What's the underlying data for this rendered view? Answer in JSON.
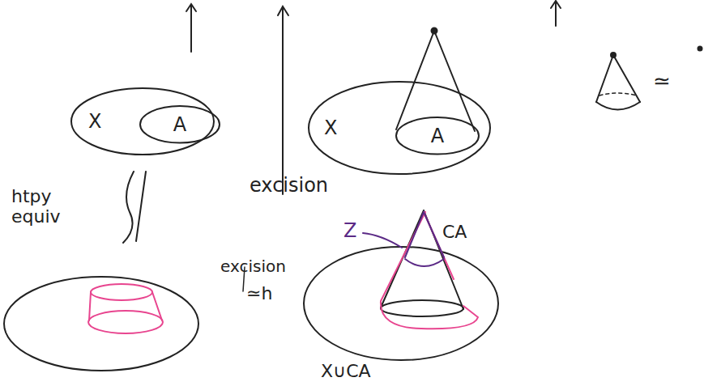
{
  "diagram": {
    "nodes": [
      {
        "text": [
          "X"
        ]
      },
      {
        "text": [
          "A"
        ],
        "in": 0
      },
      {
        "text": [
          "X"
        ]
      },
      {
        "text": [
          "A"
        ],
        "in": 2
      }
    ],
    "labels": [
      "htpy equiv",
      "excision",
      "excision",
      "≃h",
      "Z",
      "CA",
      "X∪CA",
      "≃"
    ]
  }
}
